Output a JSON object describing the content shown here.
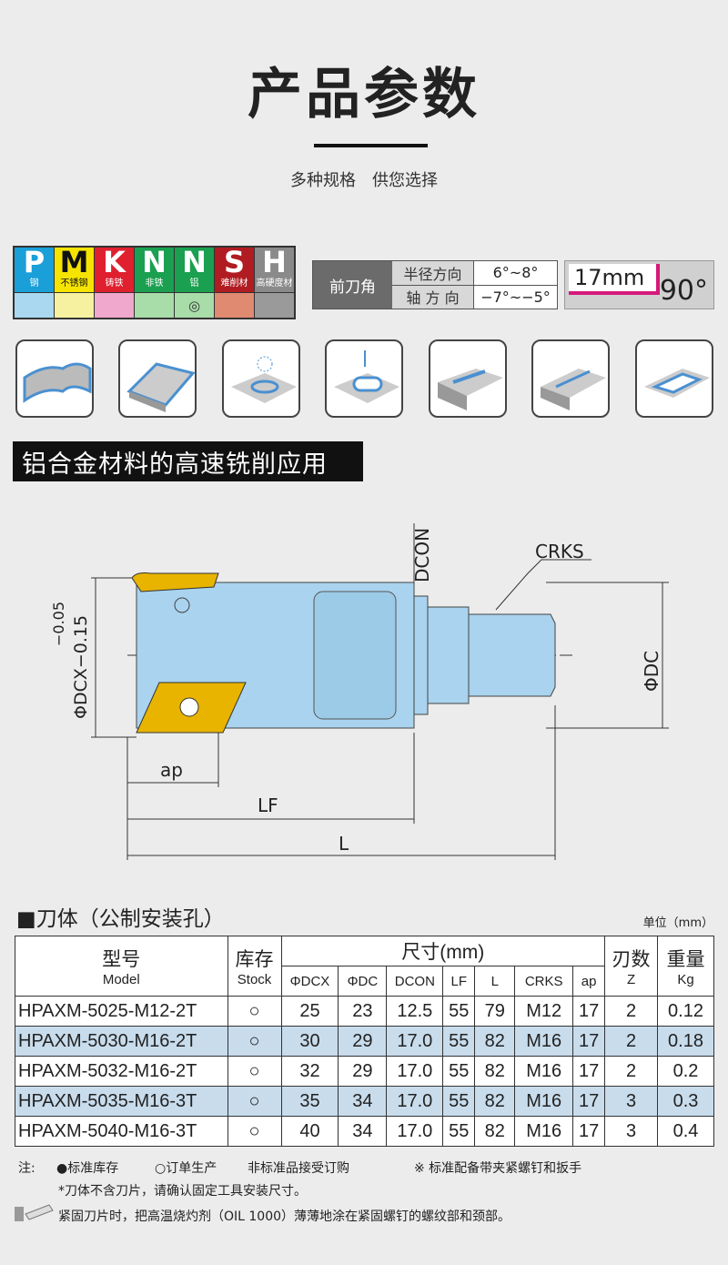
{
  "header": {
    "title": "产品参数",
    "subtitle": "多种规格　供您选择"
  },
  "materials": [
    {
      "letter": "P",
      "label": "钢",
      "color": "#1a9fd8",
      "bg": "#a9d8f0",
      "mark": ""
    },
    {
      "letter": "M",
      "label": "不锈钢",
      "color": "#f5e400",
      "bg": "#f5f1a0",
      "mark": ""
    },
    {
      "letter": "K",
      "label": "铸铁",
      "color": "#e0202f",
      "bg": "#f0a8cc",
      "mark": ""
    },
    {
      "letter": "N",
      "label": "非铁",
      "color": "#1aa050",
      "bg": "#a8dca8",
      "mark": ""
    },
    {
      "letter": "N",
      "label": "铝",
      "color": "#1aa050",
      "bg": "#a8dca8",
      "mark": "◎"
    },
    {
      "letter": "S",
      "label": "难削材",
      "color": "#b01c22",
      "bg": "#e08a72",
      "mark": ""
    },
    {
      "letter": "H",
      "label": "高硬度材",
      "color": "#8a8a8a",
      "bg": "#9a9a9a",
      "mark": ""
    }
  ],
  "rake": {
    "label": "前刀角",
    "rows": [
      {
        "key": "半径方向",
        "value": "6°~8°"
      },
      {
        "key": "轴 方 向",
        "value": "−7°~−5°"
      }
    ]
  },
  "angle": {
    "depth": "17mm",
    "angle": "90°"
  },
  "banner": "铝合金材料的高速铣削应用",
  "diagram": {
    "dcon": "DCON",
    "crks": "CRKS",
    "dcx": "ΦDCX−0.15",
    "tol": "−0.05",
    "dc": "ΦDC",
    "ap": "ap",
    "lf": "LF",
    "l": "L"
  },
  "table": {
    "title": "■刀体（公制安装孔）",
    "unit": "单位（mm）",
    "h_model": "型号",
    "h_model_en": "Model",
    "h_stock": "库存",
    "h_stock_en": "Stock",
    "h_dims": "尺寸(mm)",
    "h_z": "刃数",
    "h_z_en": "Z",
    "h_kg": "重量",
    "h_kg_en": "Kg",
    "cols": [
      "ΦDCX",
      "ΦDC",
      "DCON",
      "LF",
      "L",
      "CRKS",
      "ap"
    ],
    "rows": [
      [
        "HPAXM-5025-M12-2T",
        "○",
        "25",
        "23",
        "12.5",
        "55",
        "79",
        "M12",
        "17",
        "2",
        "0.12"
      ],
      [
        "HPAXM-5030-M16-2T",
        "○",
        "30",
        "29",
        "17.0",
        "55",
        "82",
        "M16",
        "17",
        "2",
        "0.18"
      ],
      [
        "HPAXM-5032-M16-2T",
        "○",
        "32",
        "29",
        "17.0",
        "55",
        "82",
        "M16",
        "17",
        "2",
        "0.2"
      ],
      [
        "HPAXM-5035-M16-3T",
        "○",
        "35",
        "34",
        "17.0",
        "55",
        "82",
        "M16",
        "17",
        "3",
        "0.3"
      ],
      [
        "HPAXM-5040-M16-3T",
        "○",
        "40",
        "34",
        "17.0",
        "55",
        "82",
        "M16",
        "17",
        "3",
        "0.4"
      ]
    ]
  },
  "notes": {
    "label": "注:",
    "stock": "●标准库存",
    "order": "○订单生产",
    "nonstd": "非标准品接受订购",
    "acc": "※ 标准配备带夹紧螺钉和扳手",
    "n2": "*刀体不含刀片，请确认固定工具安装尺寸。",
    "n3": "紧固刀片时，把高温烧灼剂（OIL 1000）薄薄地涂在紧固螺钉的螺纹部和颈部。"
  }
}
